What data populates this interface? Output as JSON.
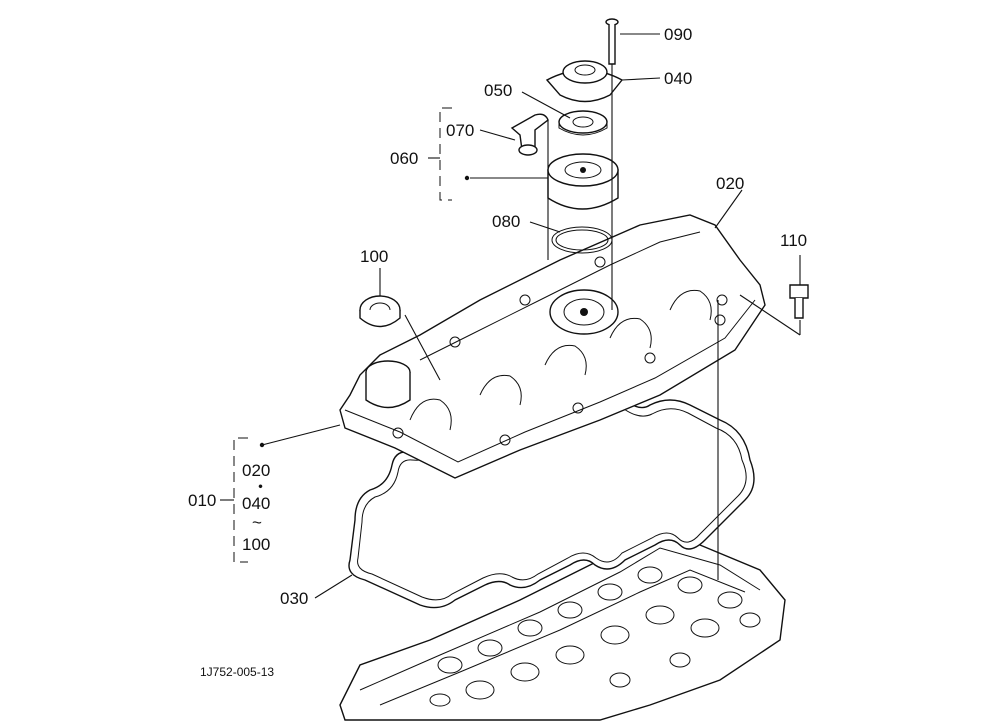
{
  "callouts": {
    "p090": "090",
    "p040": "040",
    "p050": "050",
    "p070": "070",
    "p060": "060",
    "p020": "020",
    "p080": "080",
    "p110": "110",
    "p100": "100",
    "p010": "010",
    "p030": "030"
  },
  "group_010": {
    "from": "020",
    "sep1": "・",
    "mid": "040",
    "sep2": "~",
    "to": "100"
  },
  "figure_code": "1J752-005-13"
}
